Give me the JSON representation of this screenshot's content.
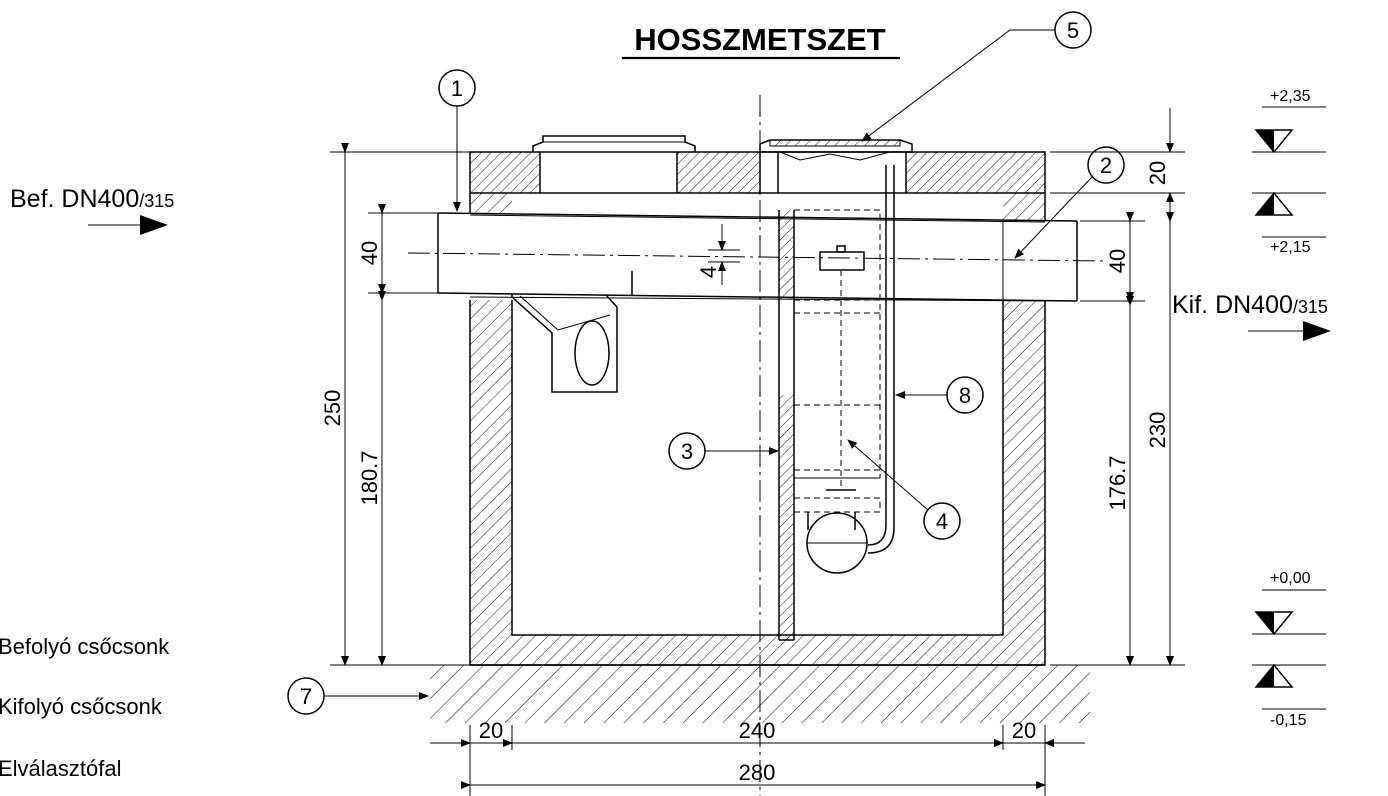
{
  "title": "HOSSZMETSZET",
  "inlet": {
    "label": "Bef. DN400",
    "sub": "/315"
  },
  "outlet": {
    "label": "Kif. DN400",
    "sub": "/315"
  },
  "callouts": [
    "1",
    "2",
    "3",
    "4",
    "5",
    "7",
    "8"
  ],
  "dimensions": {
    "left_total": "250",
    "left_pipe": "40",
    "left_lower": "180.7",
    "drop": "4",
    "right_pipe": "40",
    "right_lower": "176.7",
    "right_total": "230",
    "right_top": "20",
    "wall_left": "20",
    "inner": "240",
    "wall_right": "20",
    "overall": "280"
  },
  "levels": [
    "+2,35",
    "+2,15",
    "+0,00",
    "-0,15"
  ],
  "legend": [
    "Befolyó csőcsonk",
    "Kifolyó csőcsonk",
    "Elválasztófal"
  ]
}
